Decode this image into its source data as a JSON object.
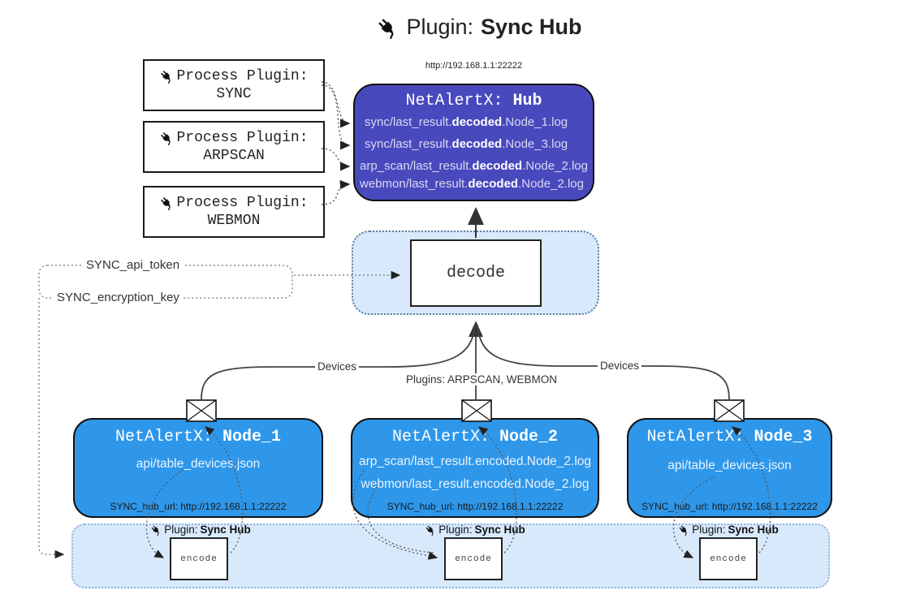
{
  "title": {
    "label": "Plugin:",
    "name": "Sync Hub"
  },
  "process_plugins": [
    {
      "label": "Process Plugin:",
      "name": "SYNC"
    },
    {
      "label": "Process Plugin:",
      "name": "ARPSCAN"
    },
    {
      "label": "Process Plugin:",
      "name": "WEBMON"
    }
  ],
  "hub": {
    "url": "http://192.168.1.1:22222",
    "title_label": "NetAlertX:",
    "title_name": "Hub",
    "logs": [
      {
        "pre": "sync/last_result.",
        "mid": "decoded",
        "post": ".Node_1.log"
      },
      {
        "pre": "sync/last_result.",
        "mid": "decoded",
        "post": ".Node_3.log"
      },
      {
        "pre": "arp_scan/last_result.",
        "mid": "decoded",
        "post": ".Node_2.log"
      },
      {
        "pre": "webmon/last_result.",
        "mid": "decoded",
        "post": ".Node_2.log"
      }
    ]
  },
  "decode_box": {
    "label": "decode"
  },
  "settings": {
    "api_token": "SYNC_api_token",
    "encryption_key": "SYNC_encryption_key"
  },
  "edge_labels": {
    "devices_left": "Devices",
    "plugins_center": "Plugins: ARPSCAN, WEBMON",
    "devices_right": "Devices"
  },
  "nodes": [
    {
      "title_label": "NetAlertX:",
      "title_name": "Node_1",
      "files": [
        "api/table_devices.json"
      ],
      "hub_url_label": "SYNC_hub_url: http://192.168.1.1:22222"
    },
    {
      "title_label": "NetAlertX:",
      "title_name": "Node_2",
      "files": [
        "arp_scan/last_result.encoded.Node_2.log",
        "webmon/last_result.encoded.Node_2.log"
      ],
      "hub_url_label": "SYNC_hub_url: http://192.168.1.1:22222"
    },
    {
      "title_label": "NetAlertX:",
      "title_name": "Node_3",
      "files": [
        "api/table_devices.json"
      ],
      "hub_url_label": "SYNC_hub_url: http://192.168.1.1:22222"
    }
  ],
  "encode_band": {
    "plugin_label": "Plugin:",
    "plugin_name": "Sync Hub",
    "encode_label": "encode"
  },
  "colors": {
    "hub": "#4949BE",
    "node": "#2E97EA",
    "band": "#D8E9FB",
    "band_border": "#8FB5E2"
  }
}
